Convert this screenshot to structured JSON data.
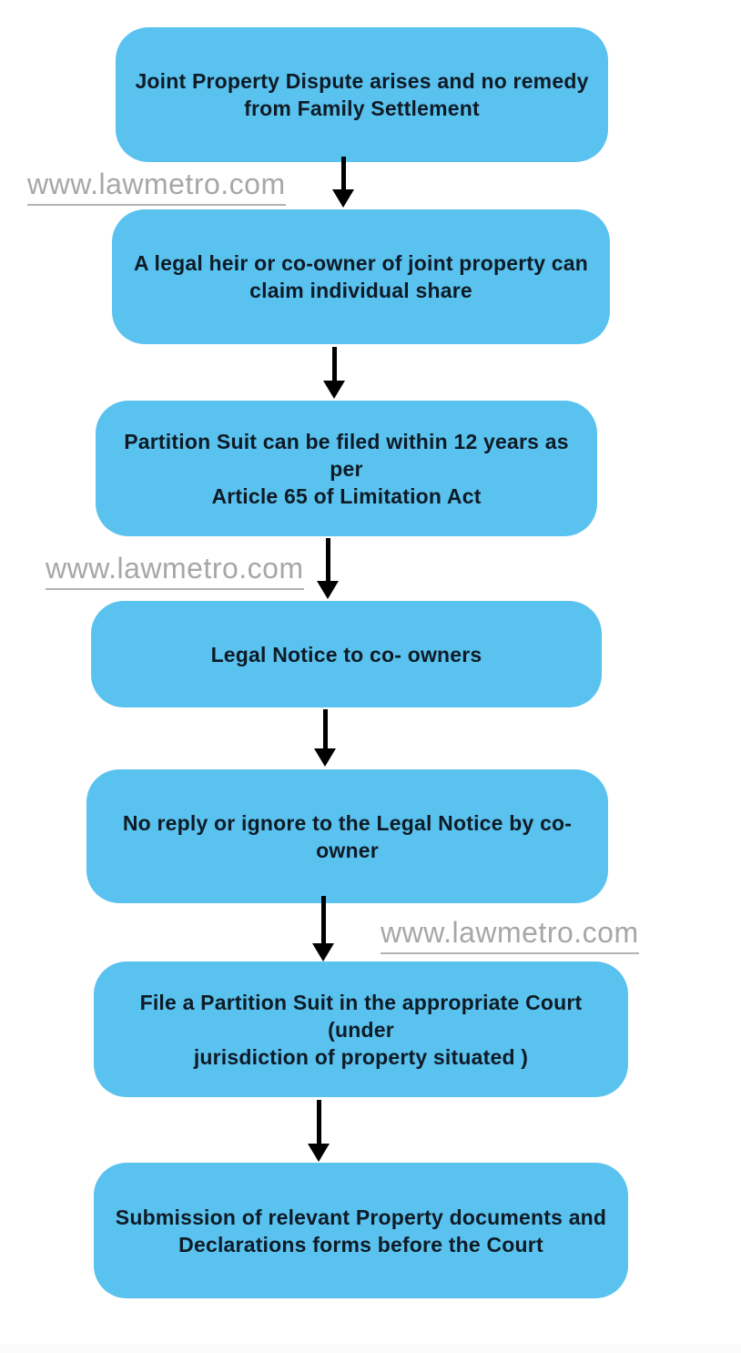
{
  "diagram": {
    "type": "flowchart",
    "direction": "top-to-bottom",
    "box_fill_color": "#5ac2ef",
    "box_text_color": "#0e1b26",
    "arrow_color": "#000000",
    "steps": [
      {
        "text": "Joint Property Dispute arises and no remedy\nfrom Family Settlement"
      },
      {
        "text": "A legal heir or co-owner of joint property can\nclaim individual share"
      },
      {
        "text": "Partition Suit can be filed within 12 years as per\nArticle 65 of Limitation Act"
      },
      {
        "text": "Legal Notice to co- owners"
      },
      {
        "text": "No reply or ignore to the Legal Notice by co-owner"
      },
      {
        "text": "File a Partition Suit in the appropriate Court (under\njurisdiction of property situated )"
      },
      {
        "text": "Submission of relevant Property documents and\nDeclarations forms before the  Court"
      }
    ]
  },
  "watermark": {
    "text": "www.lawmetro.com",
    "color": "#a7a7a7"
  }
}
